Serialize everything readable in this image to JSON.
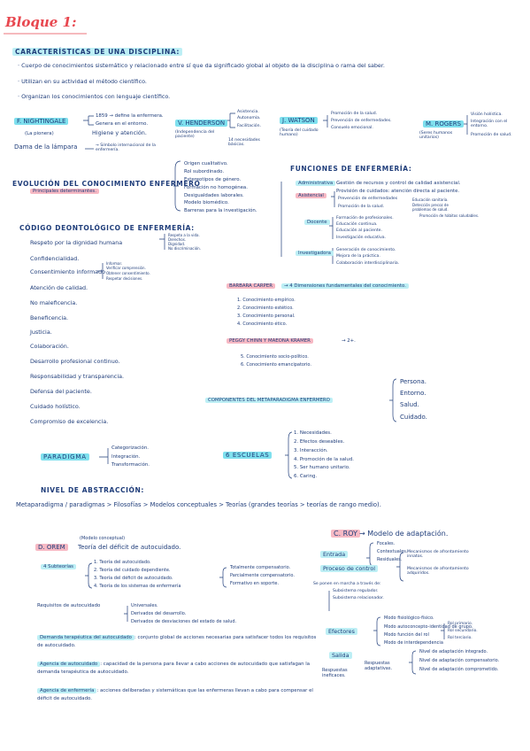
{
  "title": "Bloque 1:",
  "caracteristicas": {
    "heading": "CARACTERÍSTICAS DE UNA DISCIPLINA:",
    "items": [
      "· Cuerpo de conocimientos sistemático y relacionado entre sí que da significado global al objeto de la disciplina o rama del saber.",
      "· Utilizan en su actividad el método científico.",
      "· Organizan los conocimientos con lenguaje científico."
    ]
  },
  "nightingale": {
    "name": "F. NIGHTINGALE",
    "sub": "(La pionera)",
    "branches": [
      "1859 → define la enfermera.",
      "Genera en el entorno.",
      "Higiene y atención."
    ],
    "dama": "Dama de la lámpara",
    "dama_arrow": "→ Símbolo internacional de la enfermería."
  },
  "henderson": {
    "name": "V. HENDERSON",
    "sub": "(Independencia del paciente)",
    "branches": [
      "Asistencia.",
      "Autonomía.",
      "Facilitación."
    ],
    "needs": "14 necesidades básicas."
  },
  "watson": {
    "name": "J. WATSON",
    "sub": "(Teoría del cuidado humano)",
    "branches": [
      "Promoción de la salud.",
      "Prevención de enfermedades.",
      "Consuelo emocional."
    ]
  },
  "rogers": {
    "name": "M. ROGERS",
    "sub": "(Seres humanos unitarios)",
    "branches": [
      "Visión holística.",
      "Integración con el entorno.",
      "Promoción de salud."
    ]
  },
  "evolucion": {
    "heading": "EVOLUCIÓN DEL CONOCIMIENTO ENFERMERO",
    "sub": "Principales determinantes.",
    "items": [
      "Origen cualitativo.",
      "Rol subordinado.",
      "Estereotipos de género.",
      "Formación no homogénea.",
      "Desigualdades laborales.",
      "Modelo biomédico.",
      "Barreras para la investigación."
    ]
  },
  "funciones": {
    "heading": "FUNCIONES DE ENFERMERÍA:",
    "admin_label": "Administrativa",
    "admin_text": "Gestión de recursos y control de calidad asistencial.",
    "asist_label": "Asistencial",
    "asist_items": [
      "Provisión de cuidados: atención directa al paciente.",
      "Prevención de enfermedades",
      "Promoción de la salud."
    ],
    "asist_sub": [
      "Educación sanitaria.",
      "Detección precoz de problemas de salud.",
      "Promoción de hábitos saludables."
    ],
    "docente_label": "Docente",
    "docente_items": [
      "Formación de profesionales.",
      "Educación continua.",
      "Educación al paciente.",
      "Investigación educativa."
    ],
    "invest_label": "Investigadora",
    "invest_items": [
      "Generación de conocimiento.",
      "Mejora de la práctica.",
      "Colaboración interdisciplinaria."
    ]
  },
  "codigo": {
    "heading": "CÓDIGO DEONTOLÓGICO DE ENFERMERÍA:",
    "items": [
      "Respeto por la dignidad humana",
      "Confidencialidad.",
      "Consentimiento informado",
      "Atención de calidad.",
      "No maleficencia.",
      "Beneficencia.",
      "Justicia.",
      "Colaboración.",
      "Desarrollo profesional continuo.",
      "Responsabilidad y transparencia.",
      "Defensa del paciente.",
      "Cuidado holístico.",
      "Compromiso de excelencia."
    ],
    "dignidad_sub": [
      "Respeto a la vida.",
      "Derechos.",
      "Dignidad.",
      "No discriminación."
    ],
    "consent_sub": [
      "Informar.",
      "Verificar comprensión.",
      "Obtener consentimiento.",
      "Respetar decisiones."
    ]
  },
  "carper": {
    "name": "BARBARA CARPER",
    "arrow": "→ 4 Dimensiones fundamentales del conocimiento.",
    "items": [
      "1. Conocimiento empírico.",
      "2. Conocimiento estético.",
      "3. Conocimiento personal.",
      "4. Conocimiento ético."
    ]
  },
  "chinn": {
    "name": "PEGGY CHINN Y MAEONA KRAMER",
    "arrow": "→ 2+.",
    "items": [
      "5. Conocimiento socio-político.",
      "6. Conocimiento emancipatorio."
    ]
  },
  "componentes": {
    "heading": "COMPONENTES DEL METAPARADIGMA ENFERMERO",
    "items": [
      "Persona.",
      "Entorno.",
      "Salud.",
      "Cuidado."
    ]
  },
  "paradigma": {
    "heading": "PARADIGMA",
    "items": [
      "Categorización.",
      "Integración.",
      "Transformación."
    ]
  },
  "escuelas": {
    "heading": "6 ESCUELAS",
    "items": [
      "1. Necesidades.",
      "2. Efectos deseables.",
      "3. Interacción.",
      "4. Promoción de la salud.",
      "5. Ser humano unitario.",
      "6. Caring."
    ]
  },
  "abstraccion": {
    "heading": "NIVEL DE ABSTRACCIÓN:",
    "line": "Metaparadigma / paradigmas > Filosofías > Modelos conceptuales > Teorías (grandes teorías > teorías de rango medio)."
  },
  "orem": {
    "note": "(Modelo conceptual)",
    "name": "D. OREM",
    "title": "Teoría del déficit de autocuidado.",
    "subteorias_label": "4 Subteorías",
    "subteorias": [
      "1. Teoría del autocuidado.",
      "2. Teoría del cuidado dependiente.",
      "3. Teoría del déficit de autocuidado.",
      "4. Teoría de los sistemas de enfermería"
    ],
    "sistemas": [
      "Totalmente compensatorio.",
      "Parcialmente compensatorio.",
      "Formativo en soporte."
    ],
    "requisitos_label": "Requisitos de autocuidado",
    "requisitos": [
      "Universales.",
      "Derivados del desarrollo.",
      "Derivados de desviaciones del estado de salud."
    ],
    "demanda_label": "Demanda terapéutica del autocuidado",
    "demanda_text": ": conjunto global de acciones necesarias para satisfacer todos los requisitos de autocuidado.",
    "agencia_label": "Agencia de autocuidado",
    "agencia_text": ": capacidad de la persona para llevar a cabo acciones de autocuidado que satisfagan la demanda terapéutica de autocuidado.",
    "agencia_enf_label": "Agencia de enfermería",
    "agencia_enf_text": ": acciones deliberadas y sistemáticas que las enfermeras llevan a cabo para compensar el déficit de autocuidado."
  },
  "roy": {
    "name": "C. ROY",
    "title": "→ Modelo de adaptación.",
    "entrada_label": "Entrada",
    "entrada_items": [
      "Focales.",
      "Contextuales.",
      "Residuales."
    ],
    "proceso_label": "Proceso de control",
    "proceso_items": [
      "Mecanismos de afrontamiento innatos.",
      "Mecanismos de afrontamiento adquiridos."
    ],
    "proceso_note": "Se ponen en marcha a través de:",
    "subsistemas": [
      "Subsistema regulador.",
      "Subsistema relacionador."
    ],
    "efectores_label": "Efectores",
    "efectores_items": [
      "Modo fisiológico-físico.",
      "Modo autoconcepto-identidad de grupo.",
      "Modo función del rol",
      "Modo de interdependencia"
    ],
    "rol_items": [
      "Rol primario.",
      "Rol secundario.",
      "Rol terciario."
    ],
    "salida_label": "Salida",
    "salida_left": "Respuestas ineficaces.",
    "salida_right": "Respuestas adaptativas.",
    "salida_items": [
      "Nivel de adaptación integrado.",
      "Nivel de adaptación compensatorio.",
      "Nivel de adaptación comprometido."
    ]
  }
}
